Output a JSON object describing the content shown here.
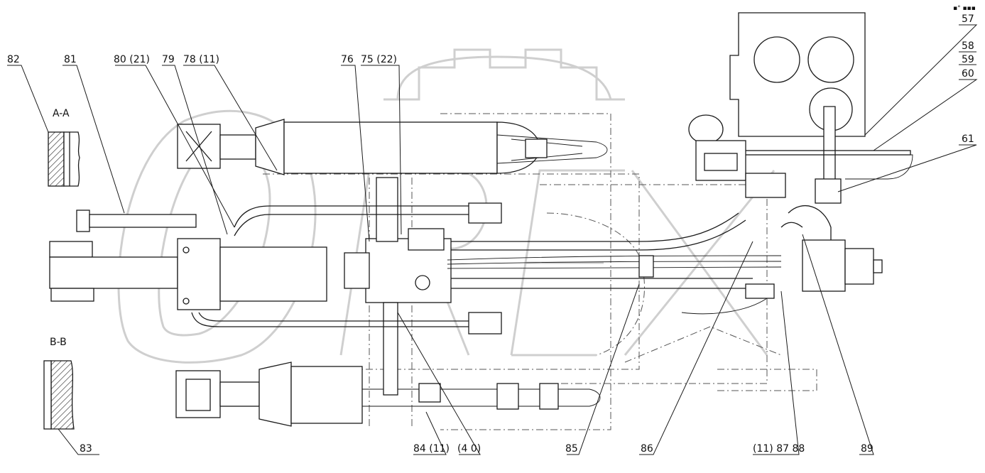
{
  "sections": [
    {
      "id": "section-a-a",
      "label": "A-A"
    },
    {
      "id": "section-b-b",
      "label": "B-B"
    }
  ],
  "callouts": [
    {
      "id": "82",
      "text": "82"
    },
    {
      "id": "81",
      "text": "81"
    },
    {
      "id": "80",
      "text": "80 (21)"
    },
    {
      "id": "79",
      "text": "79"
    },
    {
      "id": "78",
      "text": "78 (11)"
    },
    {
      "id": "76",
      "text": "76"
    },
    {
      "id": "75",
      "text": "75 (22)"
    },
    {
      "id": "57",
      "text": "57"
    },
    {
      "id": "58",
      "text": "58"
    },
    {
      "id": "59",
      "text": "59"
    },
    {
      "id": "60",
      "text": "60"
    },
    {
      "id": "61",
      "text": "61"
    },
    {
      "id": "83",
      "text": "83"
    },
    {
      "id": "84",
      "text": "84 (11)"
    },
    {
      "id": "140",
      "text": "(4 0)"
    },
    {
      "id": "85",
      "text": "85"
    },
    {
      "id": "86",
      "text": "86"
    },
    {
      "id": "87",
      "text": "(11) 87 88"
    },
    {
      "id": "89",
      "text": "89"
    }
  ],
  "corner_mark": "▪° ▪▪▪",
  "watermark": "OREX"
}
